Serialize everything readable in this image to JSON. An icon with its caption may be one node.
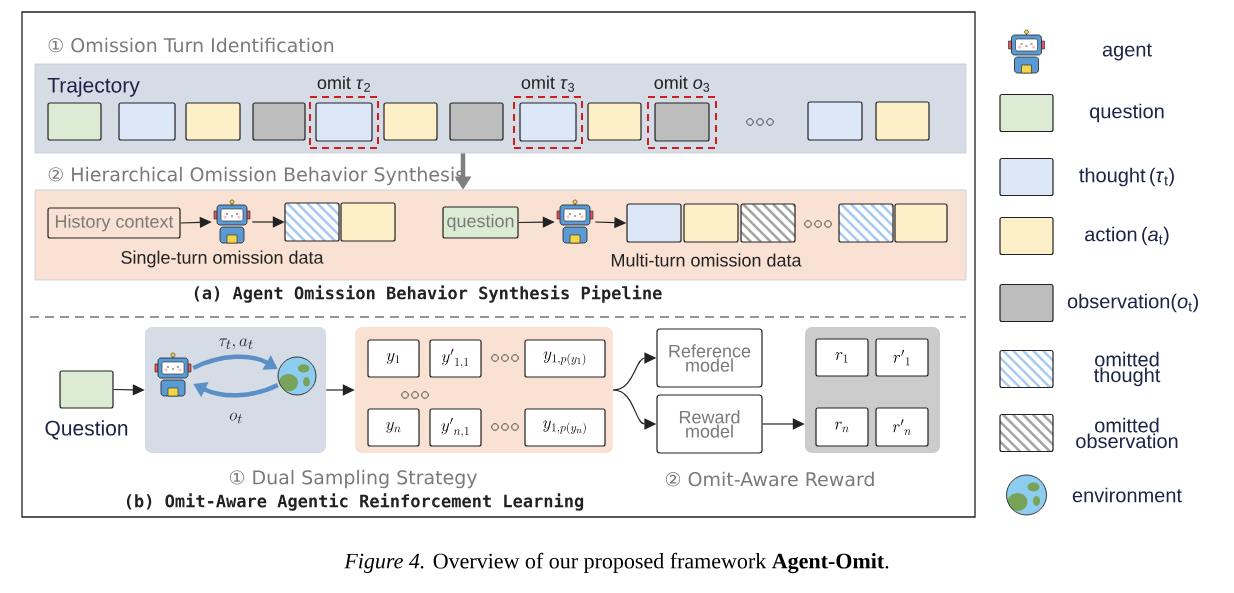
{
  "diagram": {
    "caption": "*Figure 4.* Overview of our proposed framework **Agent-Omit**.",
    "nodes": [
      {
        "text": [
          "① Omission Turn Identification",
          "Trajectory"
        ]
      },
      {
        "text": [],
        "shape": "box",
        "in": 0
      },
      {
        "text": [],
        "shape": "box",
        "in": 0
      },
      {
        "text": [],
        "shape": "box",
        "in": 0
      },
      {
        "text": [],
        "shape": "box",
        "in": 0
      },
      {
        "text": [
          "omit *τ*$_{2}$"
        ],
        "in": 0
      },
      {
        "text": [],
        "shape": "box",
        "in": 5
      },
      {
        "text": [],
        "shape": "box",
        "in": 0
      },
      {
        "text": [],
        "shape": "box",
        "in": 0
      },
      {
        "text": [
          "omit *τ*$_{3}$"
        ],
        "in": 0
      },
      {
        "text": [],
        "shape": "box",
        "in": 9
      },
      {
        "text": [],
        "shape": "box",
        "in": 0
      },
      {
        "text": [
          "omit *o*$_{3}$"
        ],
        "in": 0
      },
      {
        "text": [],
        "shape": "box",
        "in": 12
      },
      {
        "text": [],
        "shape": "box",
        "in": 0
      },
      {
        "text": [],
        "shape": "box",
        "in": 0
      },
      {
        "text": [
          "② Hierarchical Omission Behavior Synthesis"
        ]
      },
      {
        "text": [
          "History context"
        ],
        "in": 16
      },
      {
        "text": [],
        "shape": "picture",
        "in": 16
      },
      {
        "text": [],
        "shape": "box",
        "in": 16
      },
      {
        "text": [],
        "shape": "box",
        "in": 16
      },
      {
        "text": [
          "question"
        ],
        "in": 16
      },
      {
        "text": [],
        "shape": "picture",
        "in": 16
      },
      {
        "text": [],
        "shape": "box",
        "in": 16
      },
      {
        "text": [],
        "shape": "box",
        "in": 16
      },
      {
        "text": [],
        "shape": "box",
        "in": 16
      },
      {
        "text": [],
        "shape": "box",
        "in": 16
      },
      {
        "text": [],
        "shape": "box",
        "in": 16
      },
      {
        "text": [],
        "shape": "box",
        "beside": [
          "Question"
        ]
      },
      {
        "text": [],
        "shape": "box"
      },
      {
        "text": [],
        "shape": "picture",
        "in": 29
      },
      {
        "text": [],
        "shape": "picture",
        "in": 29
      },
      {
        "text": [],
        "shape": "box"
      },
      {
        "text": [
          "y_1"
        ],
        "in": 32
      },
      {
        "text": [
          "{y'}_{1,1}"
        ],
        "in": 32
      },
      {
        "text": [
          "y_{1,p(y_1)}"
        ],
        "in": 32
      },
      {
        "text": [
          "y_n"
        ],
        "in": 32
      },
      {
        "text": [
          "{y'}_{n,1}"
        ],
        "in": 32
      },
      {
        "text": [
          "y_{1,p(y_n)}"
        ],
        "in": 32
      },
      {
        "text": [
          "Reference model"
        ]
      },
      {
        "text": [
          "Reward model"
        ]
      },
      {
        "text": [],
        "shape": "box"
      },
      {
        "text": [
          "r_1"
        ],
        "in": 41
      },
      {
        "text": [
          "{r'}_1"
        ],
        "in": 41
      },
      {
        "text": [
          "r_n"
        ],
        "in": 41
      },
      {
        "text": [
          "{r'}_n"
        ],
        "in": 41
      }
    ],
    "edges": [
      {
        "from": 0,
        "to": 16,
        "arrow": "to",
        "style": "thick",
        "color": "#808080"
      },
      {
        "from": 17,
        "to": 18,
        "arrow": "to"
      },
      {
        "from": 18,
        "to": 19,
        "arrow": "to"
      },
      {
        "from": 21,
        "to": 22,
        "arrow": "to"
      },
      {
        "from": 22,
        "to": 23,
        "arrow": "to"
      },
      {
        "from": 28,
        "to": 29,
        "arrow": "to"
      },
      {
        "from": 30,
        "to": 31,
        "arrow": "to",
        "label": "\\tau_t, a_t",
        "style": "thick",
        "color": "#5b8fc7"
      },
      {
        "from": 31,
        "to": 30,
        "arrow": "to",
        "label": "o_t",
        "style": "thick",
        "color": "#5b8fc7"
      },
      {
        "from": 29,
        "to": 32,
        "arrow": "to"
      },
      {
        "from": 32,
        "to": 39,
        "arrow": "to"
      },
      {
        "from": 32,
        "to": 40,
        "arrow": "to"
      },
      {
        "from": 40,
        "to": 41,
        "arrow": "to"
      }
    ],
    "labels": [
      "Single-turn omission data",
      "Multi-turn omission data",
      "(a) Agent Omission Behavior Synthesis Pipeline",
      "① Dual Sampling Strategy",
      "② Omit-Aware Reward",
      "(b) Omit-Aware Agentic Reinforcement Learning"
    ],
    "legend": [
      {
        "text": "agent"
      },
      {
        "text": "question",
        "color": "#dcebd3"
      },
      {
        "text": "thought (*τ*$_{t}$)",
        "color": "#dce8f7"
      },
      {
        "text": "action (*a*$_{t}$)",
        "color": "#fdf0c9"
      },
      {
        "text": "observation(*o*$_{t}$)",
        "color": "#bdbdbd"
      },
      {
        "text": "omitted thought"
      },
      {
        "text": "omitted observation"
      },
      {
        "text": "environment"
      }
    ]
  }
}
